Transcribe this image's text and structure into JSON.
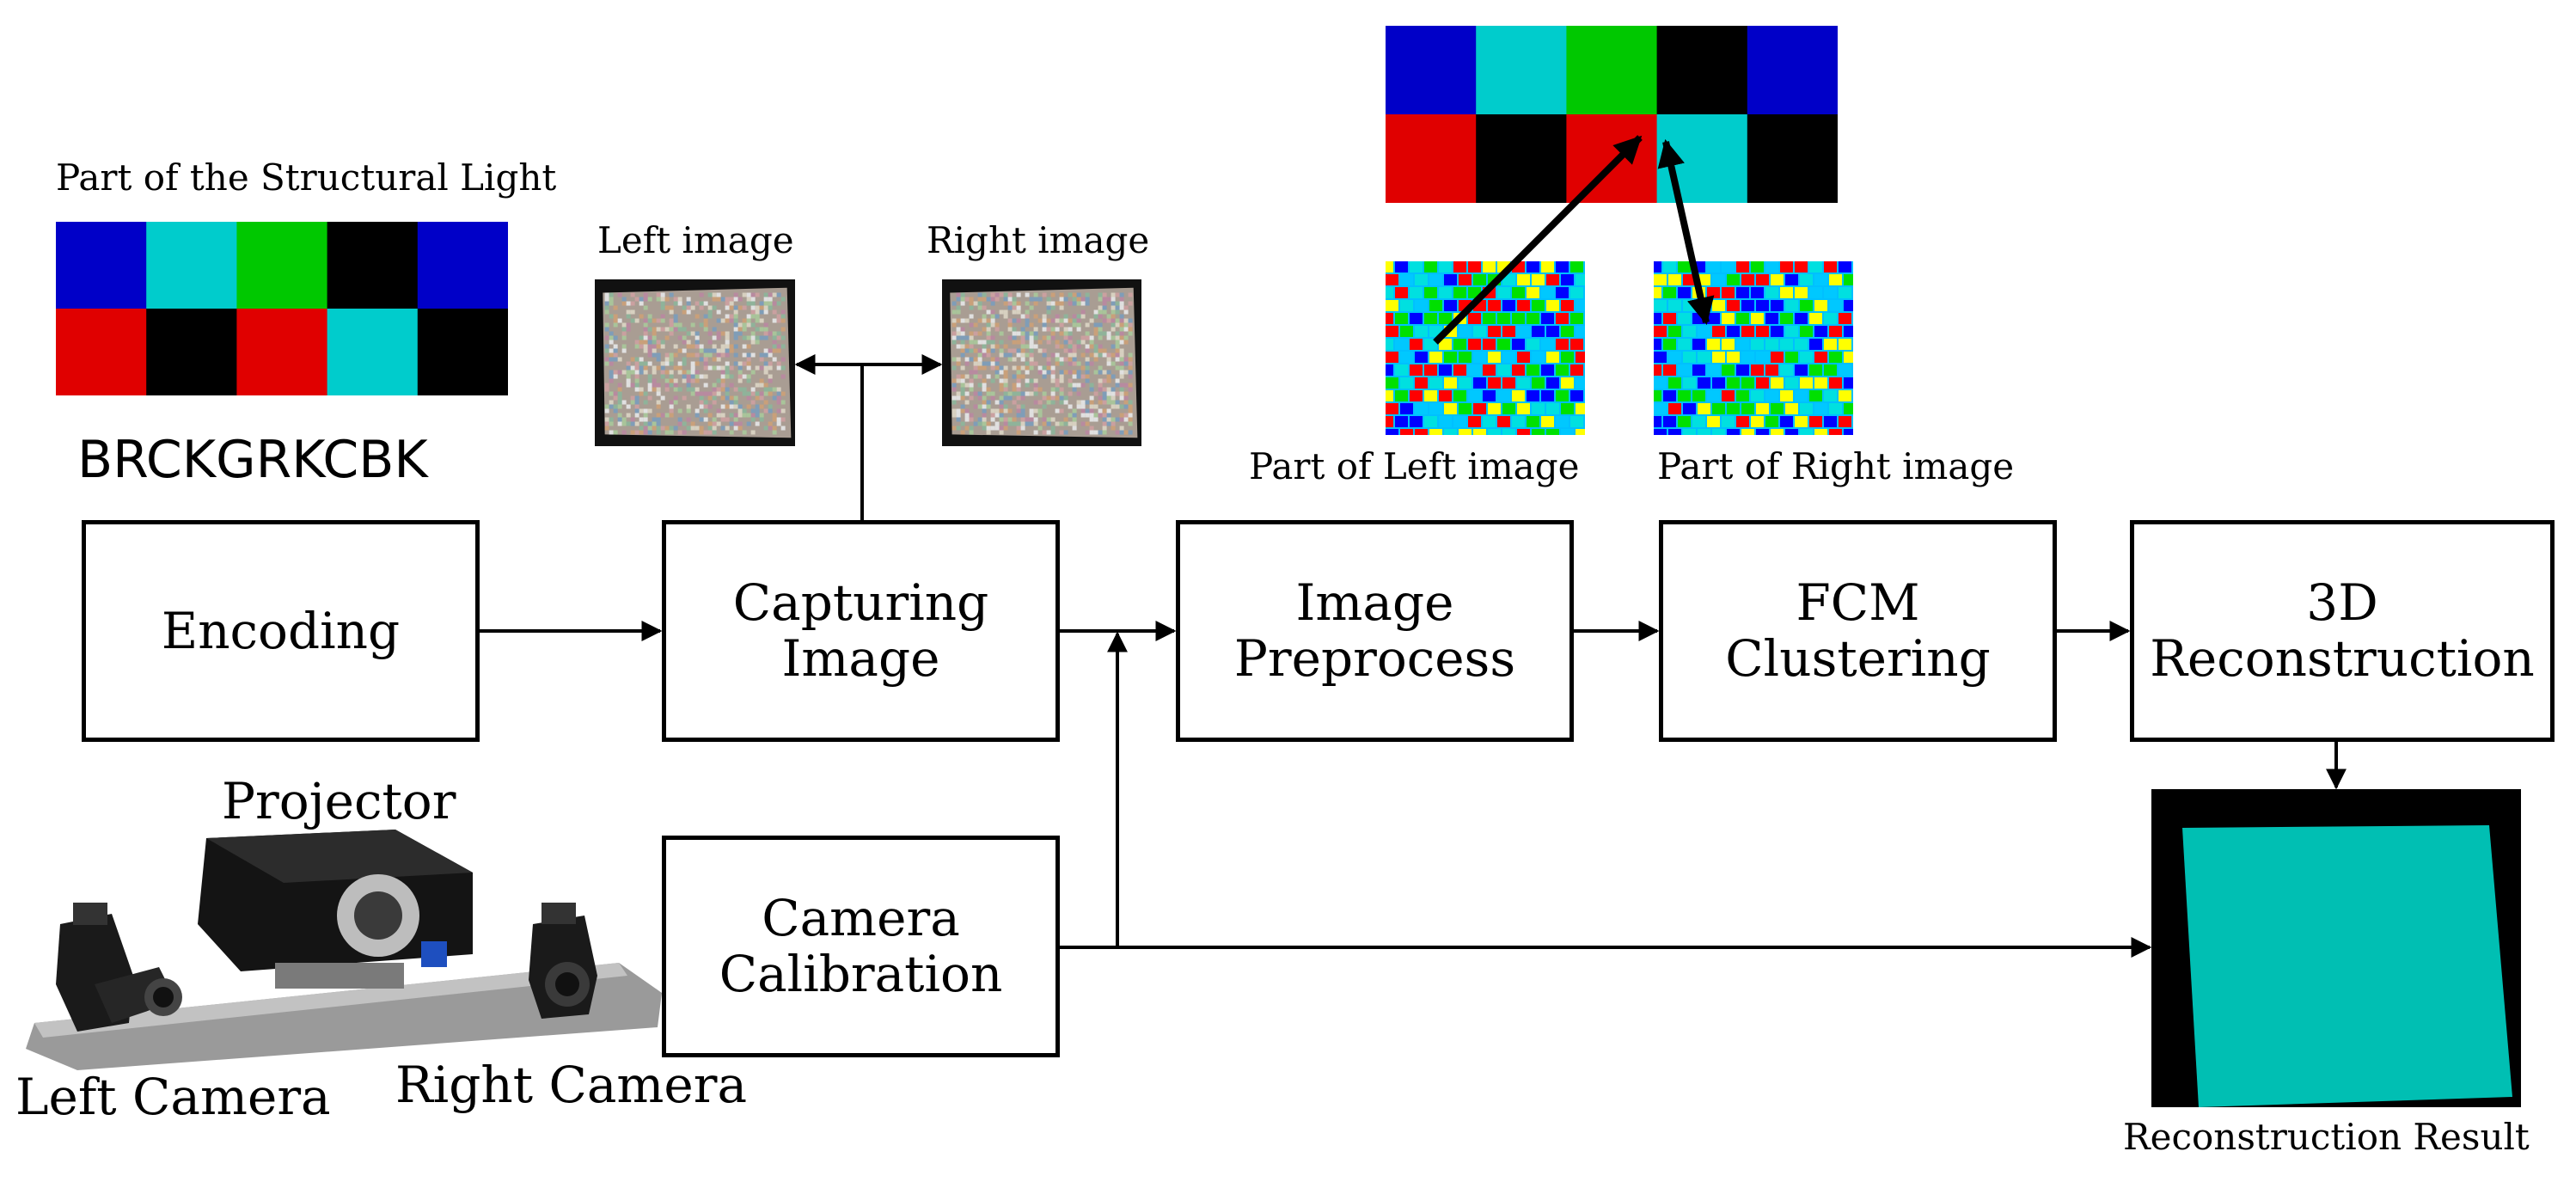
{
  "structural_light": {
    "title": "Part of the Structural Light",
    "code": "BRCKGRKCBK",
    "top_row": [
      "#0000c8",
      "#00cccc",
      "#00c800",
      "#000000",
      "#0000c8"
    ],
    "bottom_row": [
      "#e00000",
      "#000000",
      "#e00000",
      "#00cccc",
      "#000000"
    ]
  },
  "captures": {
    "left_label": "Left image",
    "right_label": "Right image"
  },
  "patches": {
    "left_label": "Part of Left image",
    "right_label": "Part of Right image",
    "palette": [
      "#0000ff",
      "#00c8ff",
      "#00e000",
      "#ff0000",
      "#ffff00",
      "#00e0e0"
    ]
  },
  "pipeline": {
    "encoding": "Encoding",
    "capturing": "Capturing\nImage",
    "preprocess": "Image\nPreprocess",
    "fcm": "FCM\nClustering",
    "reconstruction": "3D\nReconstruction",
    "calibration": "Camera\nCalibration"
  },
  "hardware": {
    "projector_label": "Projector",
    "left_camera_label": "Left Camera",
    "right_camera_label": "Right Camera"
  },
  "result": {
    "label": "Reconstruction Result",
    "surface_color": "#00bfb3"
  }
}
